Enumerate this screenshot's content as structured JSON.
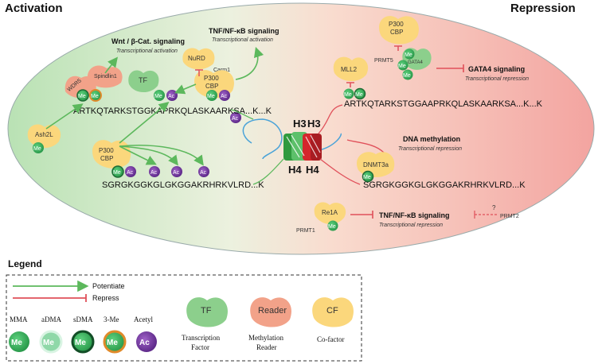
{
  "headers": {
    "activation": "Activation",
    "repression": "Repression"
  },
  "pathways": {
    "wnt": {
      "title": "Wnt / β-Cat. signaling",
      "subtitle": "Transcriptional activation"
    },
    "tnf_act": {
      "title": "TNF/NF-κB signaling",
      "subtitle": "Transcriptional activation"
    },
    "gata4": {
      "title": "GATA4 signaling",
      "subtitle": "Transcriptional repression"
    },
    "dnameth": {
      "title": "DNA methylation",
      "subtitle": "Transcriptional repression"
    },
    "tnf_rep": {
      "title": "TNF/NF-κB signaling",
      "subtitle": "Transcriptional repression"
    }
  },
  "sequences": {
    "h3_left": "ARTKQTARKSTGGKAPRKQLASKAARKSA...K...K",
    "h3_right": "ARTKQTARKSTGGAAPRKQLASKAARKSA...K...K",
    "h4_left": "SGRGKGGKGLGKGGAKRHRKVLRD...K",
    "h4_right": "SGRGKGGKGLGKGGAKRHRKVLRD...K"
  },
  "histones": {
    "h3a": "H3",
    "h3b": "H3",
    "h4a": "H4",
    "h4b": "H4"
  },
  "proteins": {
    "wdr5": "WDR5",
    "spindlin1": "Spindlin1",
    "tf": "TF",
    "nurd": "NuRD",
    "carm1": "Carm1",
    "p300cbp": "P300\nCBP",
    "ash2l": "Ash2L",
    "mll2": "MLL2",
    "prmt5": "PRMT5",
    "gata4_small": "GATA4",
    "dnmt3a": "DNMT3a",
    "rela": "Re1A",
    "prmt1": "PRMT1",
    "prmt2": "PRMT2",
    "question": "?"
  },
  "marks": {
    "me": "Me",
    "ac": "Ac"
  },
  "legend": {
    "title": "Legend",
    "potentiate": "Potentiate",
    "repress": "Repress",
    "mma": "MMA",
    "admia": "aDMA",
    "sdma": "sDMA",
    "me3": "3-Me",
    "acetyl": "Acetyl",
    "tf_label": "TF",
    "tf_desc": "Transcription\nFactor",
    "reader_label": "Reader",
    "reader_desc": "Methylation\nReader",
    "cf_label": "CF",
    "cf_desc": "Co-factor"
  },
  "colors": {
    "activate": "#5cb85c",
    "repress": "#e0505a",
    "me_green": "#3aa65a",
    "ac_purple": "#7a3fa8",
    "tf_green": "#8ccf8c",
    "reader_salmon": "#f2a289",
    "cf_yellow": "#fbd77c"
  }
}
